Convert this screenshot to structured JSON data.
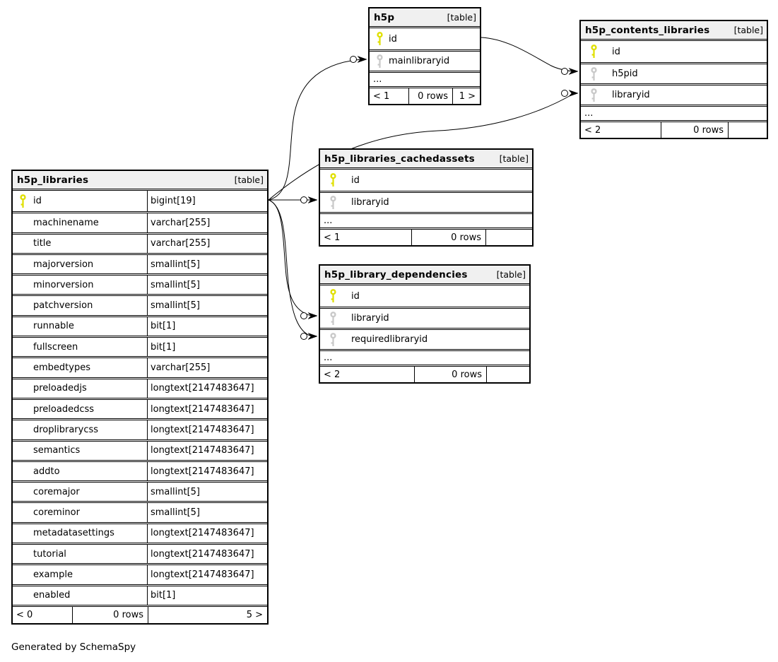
{
  "app": {
    "footer_note": "Generated by SchemaSpy"
  },
  "colors": {
    "primary_key": "#e0e000",
    "foreign_key": "#c9c9c9",
    "header_bg": "#f0f0f0",
    "border": "#000000",
    "background": "#ffffff"
  },
  "diagram": {
    "tables": [
      {
        "id": "h5p",
        "name": "h5p",
        "badge": "[table]",
        "columns": [
          {
            "name": "id",
            "key": "primary"
          },
          {
            "name": "mainlibraryid",
            "key": "foreign"
          }
        ],
        "ellipsis": "...",
        "footer": {
          "left": "< 1",
          "rows": "0 rows",
          "right": "1 >"
        }
      },
      {
        "id": "h5p_contents_libraries",
        "name": "h5p_contents_libraries",
        "badge": "[table]",
        "columns": [
          {
            "name": "id",
            "key": "primary"
          },
          {
            "name": "h5pid",
            "key": "foreign"
          },
          {
            "name": "libraryid",
            "key": "foreign"
          }
        ],
        "ellipsis": "...",
        "footer": {
          "left": "< 2",
          "rows": "0 rows",
          "right": ""
        }
      },
      {
        "id": "h5p_libraries_cachedassets",
        "name": "h5p_libraries_cachedassets",
        "badge": "[table]",
        "columns": [
          {
            "name": "id",
            "key": "primary"
          },
          {
            "name": "libraryid",
            "key": "foreign"
          }
        ],
        "ellipsis": "...",
        "footer": {
          "left": "< 1",
          "rows": "0 rows",
          "right": ""
        }
      },
      {
        "id": "h5p_library_dependencies",
        "name": "h5p_library_dependencies",
        "badge": "[table]",
        "columns": [
          {
            "name": "id",
            "key": "primary"
          },
          {
            "name": "libraryid",
            "key": "foreign"
          },
          {
            "name": "requiredlibraryid",
            "key": "foreign"
          }
        ],
        "ellipsis": "...",
        "footer": {
          "left": "< 2",
          "rows": "0 rows",
          "right": ""
        }
      },
      {
        "id": "h5p_libraries",
        "name": "h5p_libraries",
        "badge": "[table]",
        "columns": [
          {
            "name": "id",
            "key": "primary",
            "type": "bigint[19]"
          },
          {
            "name": "machinename",
            "type": "varchar[255]"
          },
          {
            "name": "title",
            "type": "varchar[255]"
          },
          {
            "name": "majorversion",
            "type": "smallint[5]"
          },
          {
            "name": "minorversion",
            "type": "smallint[5]"
          },
          {
            "name": "patchversion",
            "type": "smallint[5]"
          },
          {
            "name": "runnable",
            "type": "bit[1]"
          },
          {
            "name": "fullscreen",
            "type": "bit[1]"
          },
          {
            "name": "embedtypes",
            "type": "varchar[255]"
          },
          {
            "name": "preloadedjs",
            "type": "longtext[2147483647]"
          },
          {
            "name": "preloadedcss",
            "type": "longtext[2147483647]"
          },
          {
            "name": "droplibrarycss",
            "type": "longtext[2147483647]"
          },
          {
            "name": "semantics",
            "type": "longtext[2147483647]"
          },
          {
            "name": "addto",
            "type": "longtext[2147483647]"
          },
          {
            "name": "coremajor",
            "type": "smallint[5]"
          },
          {
            "name": "coreminor",
            "type": "smallint[5]"
          },
          {
            "name": "metadatasettings",
            "type": "longtext[2147483647]"
          },
          {
            "name": "tutorial",
            "type": "longtext[2147483647]"
          },
          {
            "name": "example",
            "type": "longtext[2147483647]"
          },
          {
            "name": "enabled",
            "type": "bit[1]"
          }
        ],
        "footer": {
          "left": "< 0",
          "rows": "0 rows",
          "right": "5 >"
        }
      }
    ],
    "relationships": [
      {
        "from": "h5p.id",
        "to": "h5p_contents_libraries.h5pid"
      },
      {
        "from": "h5p_libraries.id",
        "to": "h5p.mainlibraryid"
      },
      {
        "from": "h5p_libraries.id",
        "to": "h5p_contents_libraries.libraryid"
      },
      {
        "from": "h5p_libraries.id",
        "to": "h5p_libraries_cachedassets.libraryid"
      },
      {
        "from": "h5p_libraries.id",
        "to": "h5p_library_dependencies.libraryid"
      },
      {
        "from": "h5p_libraries.id",
        "to": "h5p_library_dependencies.requiredlibraryid"
      }
    ]
  }
}
